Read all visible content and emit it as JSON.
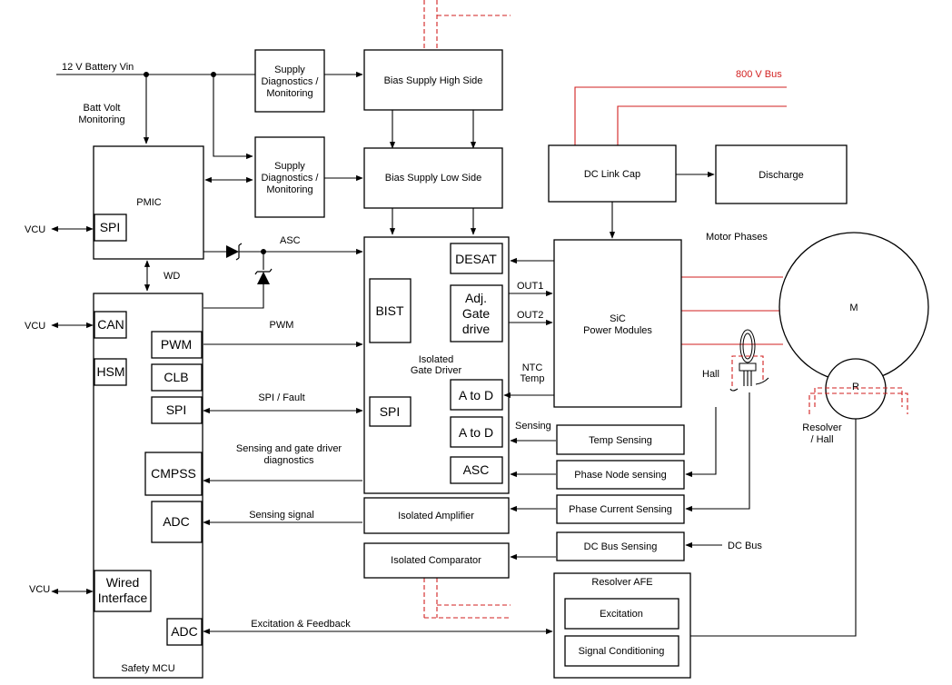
{
  "blocks": {
    "supply_diag_1": [
      "Supply",
      "Diagnostics /",
      "Monitoring"
    ],
    "supply_diag_2": [
      "Supply",
      "Diagnostics /",
      "Monitoring"
    ],
    "bias_high": "Bias Supply High Side",
    "bias_low": "Bias Supply Low Side",
    "pmic": "PMIC",
    "pmic_spi": "SPI",
    "mcu_title": "Safety MCU",
    "mcu_can": "CAN",
    "mcu_hsm": "HSM",
    "mcu_pwm": "PWM",
    "mcu_clb": "CLB",
    "mcu_spi": "SPI",
    "mcu_cmpss": "CMPSS",
    "mcu_adc1": "ADC",
    "mcu_wired": [
      "Wired",
      "Interface"
    ],
    "mcu_adc2": "ADC",
    "gate_driver": [
      "Isolated",
      "Gate Driver"
    ],
    "gd_bist": "BIST",
    "gd_spi": "SPI",
    "gd_desat": "DESAT",
    "gd_adj": [
      "Adj.",
      "Gate",
      "drive"
    ],
    "gd_atod1": "A to D",
    "gd_atod2": "A to D",
    "gd_asc": "ASC",
    "iso_amp": "Isolated Amplifier",
    "iso_comp": "Isolated Comparator",
    "dc_link": "DC Link Cap",
    "discharge": "Discharge",
    "sic": [
      "SiC",
      "Power Modules"
    ],
    "temp_sense": "Temp Sensing",
    "phase_node": "Phase Node sensing",
    "phase_current": "Phase Current Sensing",
    "dc_bus_sense": "DC Bus Sensing",
    "resolver_afe": "Resolver AFE",
    "excitation": "Excitation",
    "signal_cond": "Signal Conditioning",
    "motor": "M",
    "resolver": "R"
  },
  "labels": {
    "battery": "12 V Battery Vin",
    "batt_monitor": [
      "Batt Volt",
      "Monitoring"
    ],
    "vcu1": "VCU",
    "vcu2": "VCU",
    "vcu3": "VCU",
    "wd": "WD",
    "asc": "ASC",
    "pwm": "PWM",
    "spi_fault": "SPI / Fault",
    "sensing_diag": [
      "Sensing and gate driver",
      "diagnostics"
    ],
    "sensing_signal": "Sensing signal",
    "excitation_feedback": "Excitation & Feedback",
    "out1": "OUT1",
    "out2": "OUT2",
    "ntc": [
      "NTC",
      "Temp"
    ],
    "sensing": "Sensing",
    "bus_800": "800 V Bus",
    "motor_phases": "Motor Phases",
    "hall": "Hall",
    "resolver_hall": [
      "Resolver",
      "/ Hall"
    ],
    "dc_bus": "DC Bus"
  },
  "colors": {
    "line": "#000000",
    "high_voltage": "#d21f1f"
  }
}
